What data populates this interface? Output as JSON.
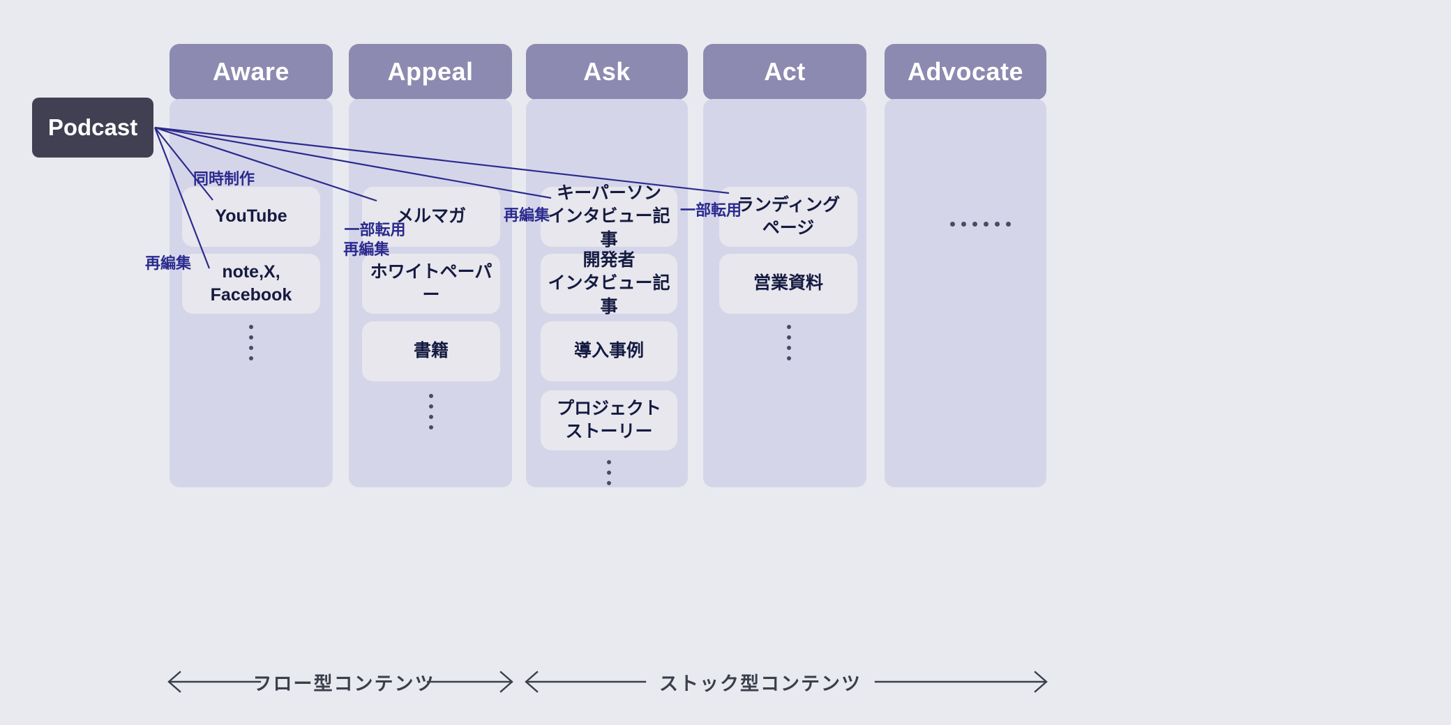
{
  "diagram": {
    "title_node": {
      "label": "Podcast"
    },
    "columns": [
      {
        "header": "Aware",
        "cards": [
          "YouTube",
          "note,X,\nFacebook"
        ],
        "has_vertical_ellipsis": true
      },
      {
        "header": "Appeal",
        "cards": [
          "メルマガ",
          "ホワイトペーパー",
          "書籍"
        ],
        "has_vertical_ellipsis": true
      },
      {
        "header": "Ask",
        "cards": [
          "キーパーソン\nインタビュー記事",
          "開発者\nインタビュー記事",
          "導入事例",
          "プロジェクト\nストーリー"
        ],
        "has_vertical_ellipsis": true
      },
      {
        "header": "Act",
        "cards": [
          "ランディング\nページ",
          "営業資料"
        ],
        "has_vertical_ellipsis": true
      },
      {
        "header": "Advocate",
        "cards": [],
        "has_horizontal_ellipsis": true
      }
    ],
    "edge_labels": [
      {
        "text": "同時制作"
      },
      {
        "text": "再編集"
      },
      {
        "text": "一部転用\n再編集"
      },
      {
        "text": "再編集"
      },
      {
        "text": "一部転用"
      }
    ],
    "ranges": [
      {
        "label": "フロー型コンテンツ"
      },
      {
        "label": "ストック型コンテンツ"
      }
    ],
    "colors": {
      "background": "#e8eaef",
      "header": "#8c8ab0",
      "column_body": "#d5d5ea",
      "card": "#e7e7ed",
      "source_node": "#414052",
      "connector": "#2b2a8e",
      "card_text": "#151a41",
      "range_text": "#3a3f4b"
    }
  }
}
